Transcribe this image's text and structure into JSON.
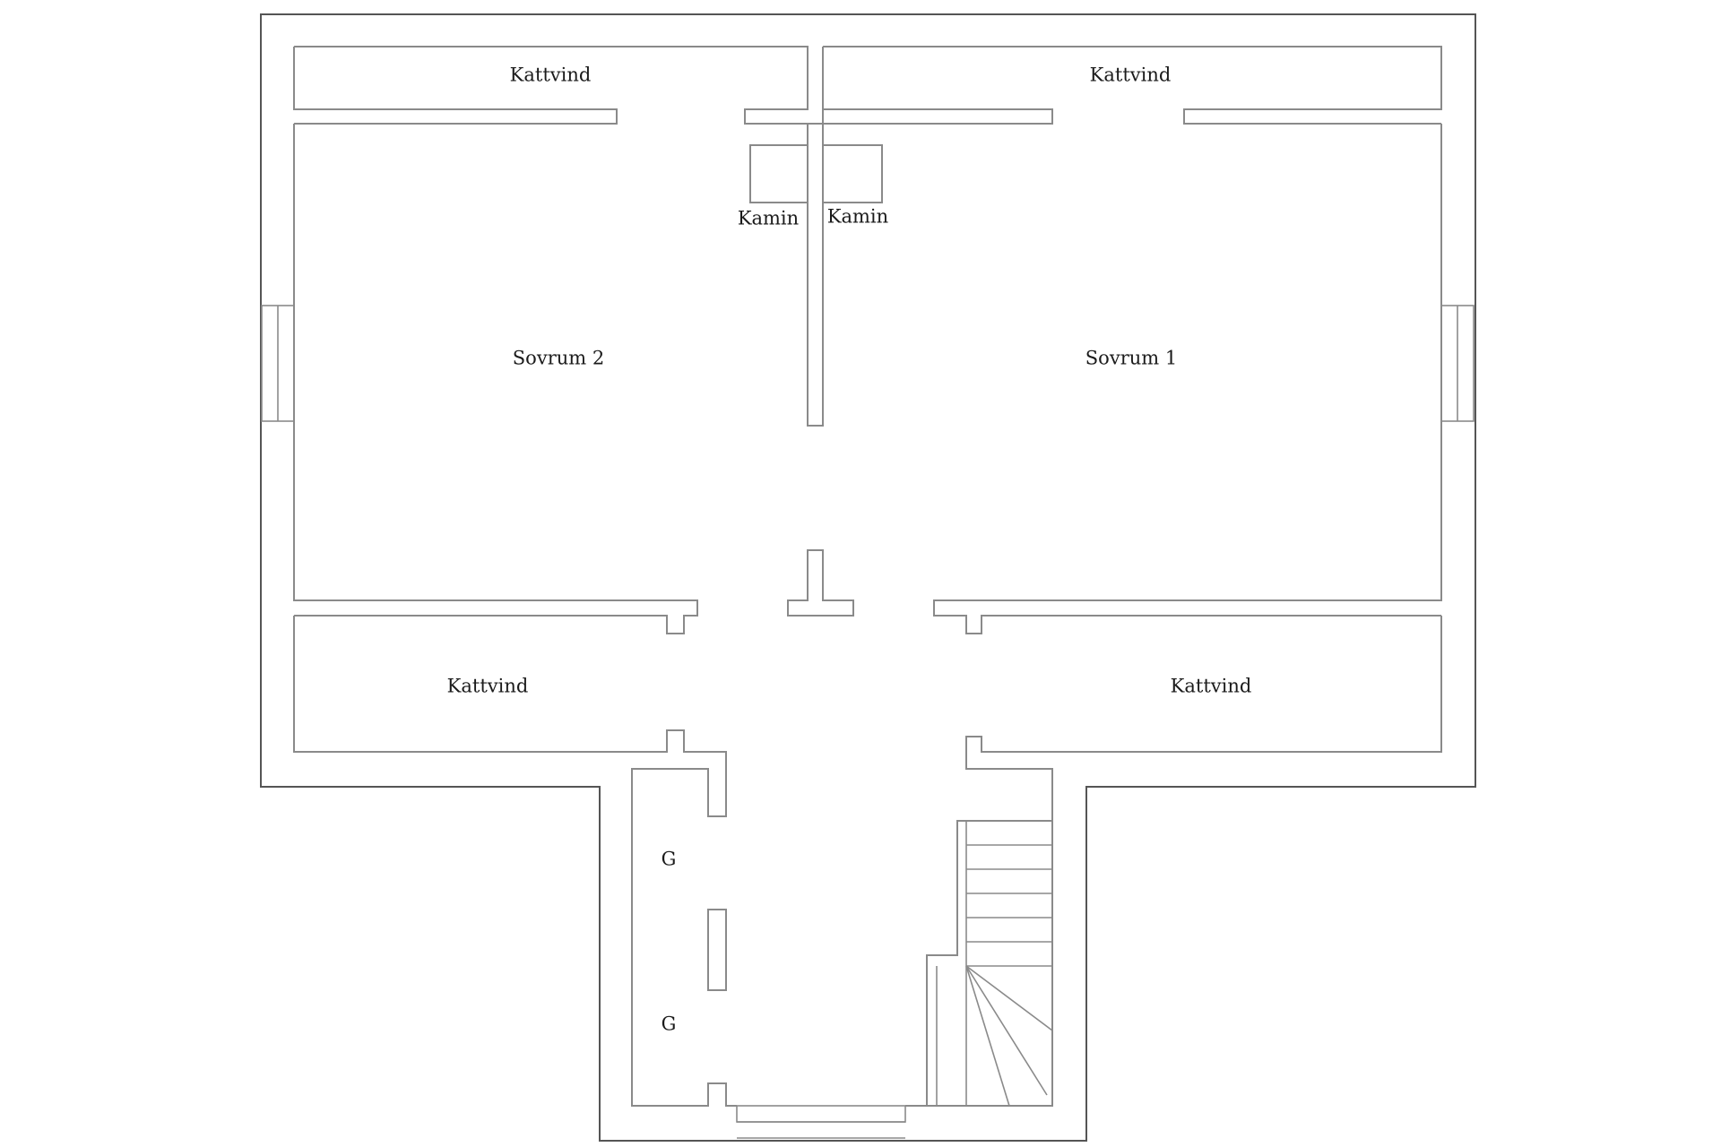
{
  "labels": {
    "attic_top_left": "Kattvind",
    "attic_top_right": "Kattvind",
    "attic_bottom_left": "Kattvind",
    "attic_bottom_right": "Kattvind",
    "fireplace_left": "Kamin",
    "fireplace_right": "Kamin",
    "bedroom_2": "Sovrum 2",
    "bedroom_1": "Sovrum 1",
    "wardrobe_upper": "G",
    "wardrobe_lower": "G"
  },
  "colors": {
    "wall_stroke": "#8a8a8a",
    "outer_stroke": "#555555",
    "text": "#1a1a1a",
    "background": "#ffffff"
  }
}
